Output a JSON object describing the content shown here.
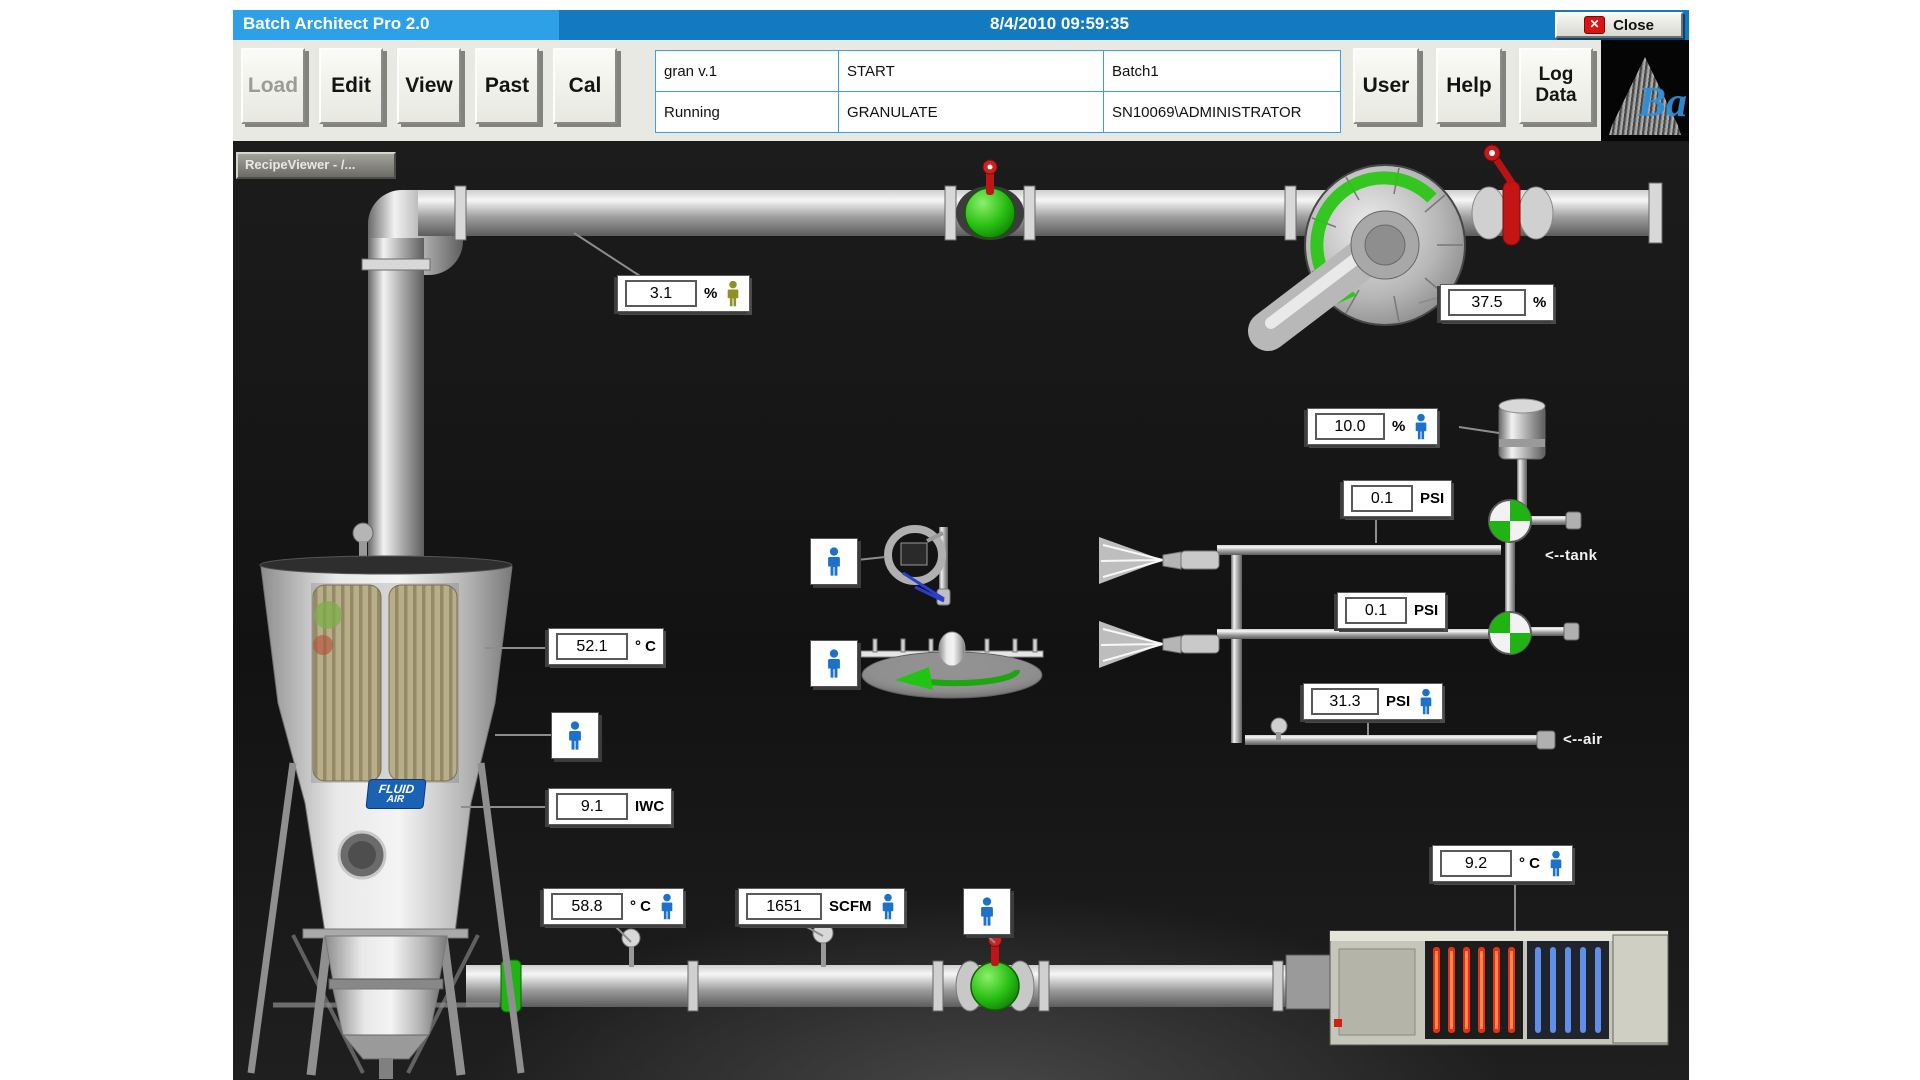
{
  "window": {
    "title": "Batch Architect Pro 2.0",
    "datetime": "8/4/2010 09:59:35",
    "close_label": "Close"
  },
  "toolbar": {
    "left_buttons": [
      {
        "label": "Load",
        "enabled": false
      },
      {
        "label": "Edit",
        "enabled": true
      },
      {
        "label": "View",
        "enabled": true
      },
      {
        "label": "Past",
        "enabled": true
      },
      {
        "label": "Cal",
        "enabled": true
      }
    ],
    "right_buttons": [
      {
        "label": "User"
      },
      {
        "label": "Help"
      },
      {
        "label": "Log Data"
      }
    ],
    "logo_text": "Ba"
  },
  "status_table": {
    "rows": [
      [
        "gran v.1",
        "START",
        "Batch1"
      ],
      [
        "Running",
        "GRANULATE",
        "SN10069\\ADMINISTRATOR"
      ]
    ]
  },
  "recipe_viewer_label": "RecipeViewer - /...",
  "readouts": [
    {
      "name": "exhaust-damper",
      "value": "3.1",
      "unit": "%",
      "icon": "person-olive"
    },
    {
      "name": "blower-speed",
      "value": "37.5",
      "unit": "%",
      "icon": "none"
    },
    {
      "name": "spray-rate",
      "value": "10.0",
      "unit": "%",
      "icon": "person-blue"
    },
    {
      "name": "tank-pressure-top",
      "value": "0.1",
      "unit": "PSI",
      "icon": "none"
    },
    {
      "name": "tank-pressure-bottom",
      "value": "0.1",
      "unit": "PSI",
      "icon": "none"
    },
    {
      "name": "atomizing-air",
      "value": "31.3",
      "unit": "PSI",
      "icon": "person-blue"
    },
    {
      "name": "product-temp",
      "value": "52.1",
      "unit": "° C",
      "icon": "none"
    },
    {
      "name": "filter-dp",
      "value": "9.1",
      "unit": "IWC",
      "icon": "none"
    },
    {
      "name": "inlet-air-temp",
      "value": "58.8",
      "unit": "° C",
      "icon": "person-blue"
    },
    {
      "name": "inlet-airflow",
      "value": "1651",
      "unit": "SCFM",
      "icon": "person-blue"
    },
    {
      "name": "dew-point-temp",
      "value": "9.2",
      "unit": "° C",
      "icon": "person-blue"
    }
  ],
  "labels": {
    "tank": "<--tank",
    "air": "<--air",
    "vessel_logo_line1": "FLUID",
    "vessel_logo_line2": "AIR"
  },
  "colors": {
    "titlebar": "#137abf",
    "titlebar_highlight": "#2da0e8",
    "valve_green": "#22c414",
    "valve_red": "#c41414",
    "person_blue": "#1c72c8",
    "person_olive": "#8f9222"
  }
}
